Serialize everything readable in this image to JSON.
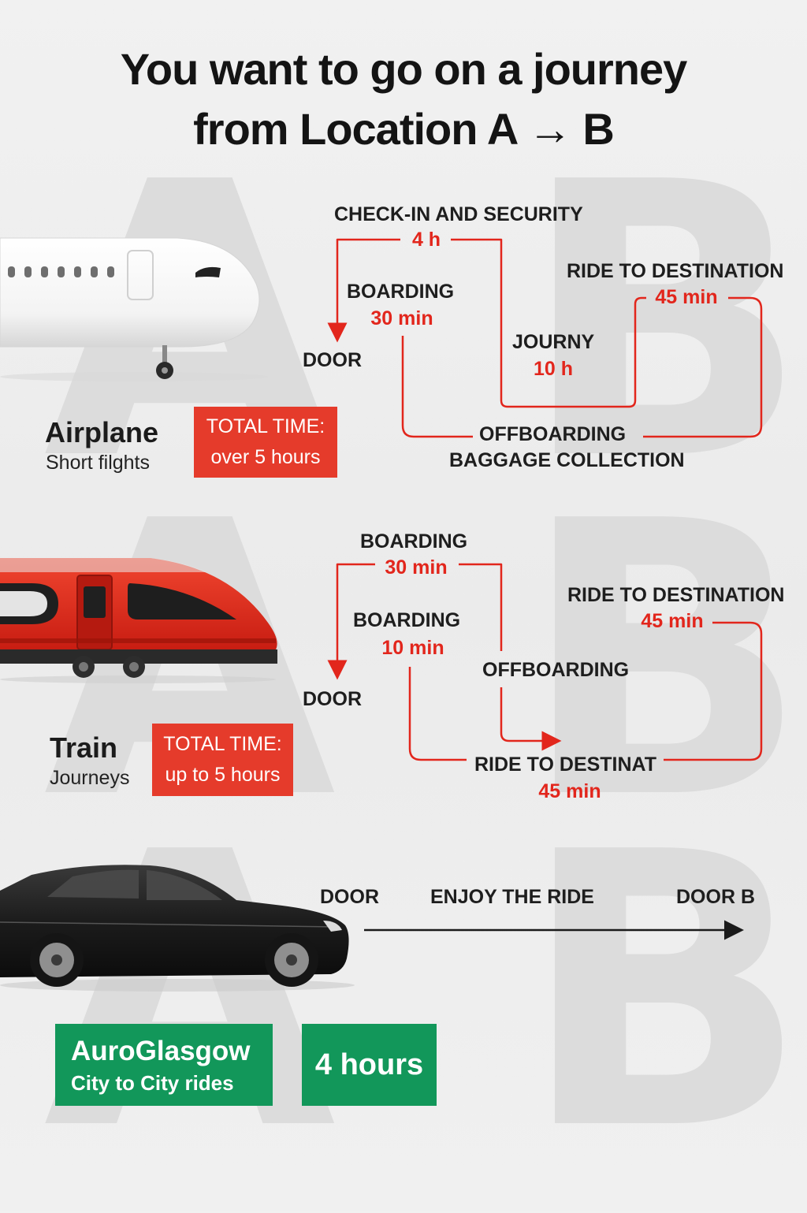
{
  "title_line1": "You want to go on a journey",
  "title_line2": "from Location A → B",
  "bg_letters": {
    "a": "A",
    "b": "B"
  },
  "airplane": {
    "name": "Airplane",
    "subtitle": "Short filghts",
    "total_label": "TOTAL TIME:",
    "total_value": "over 5 hours",
    "steps": {
      "checkin": "CHECK-IN AND SECURITY",
      "checkin_time": "4 h",
      "boarding": "BOARDING",
      "boarding_time": "30 min",
      "door": "DOOR",
      "journey": "JOURNY",
      "journey_time": "10 h",
      "ride": "RIDE TO DESTINATION",
      "ride_time": "45 min",
      "offboarding": "OFFBOARDING",
      "baggage": "BAGGAGE COLLECTION"
    }
  },
  "train": {
    "name": "Train",
    "subtitle": "Journeys",
    "total_label": "TOTAL TIME:",
    "total_value": "up to 5 hours",
    "steps": {
      "boarding1": "BOARDING",
      "boarding1_time": "30 min",
      "boarding2": "BOARDING",
      "boarding2_time": "10 min",
      "door": "DOOR",
      "offboarding": "OFFBOARDING",
      "ride1": "RIDE TO DESTINATION",
      "ride1_time": "45 min",
      "ride2": "RIDE TO DESTINAT",
      "ride2_time": "45 min"
    }
  },
  "car": {
    "door": "DOOR",
    "enjoy": "ENJOY THE RIDE",
    "door_b": "DOOR B",
    "brand": "AuroGlasgow",
    "brand_sub": "City to City rides",
    "time": "4 hours"
  },
  "colors": {
    "accent_red": "#e53b2b",
    "brand_green": "#12975a",
    "text": "#1b1b1b"
  }
}
